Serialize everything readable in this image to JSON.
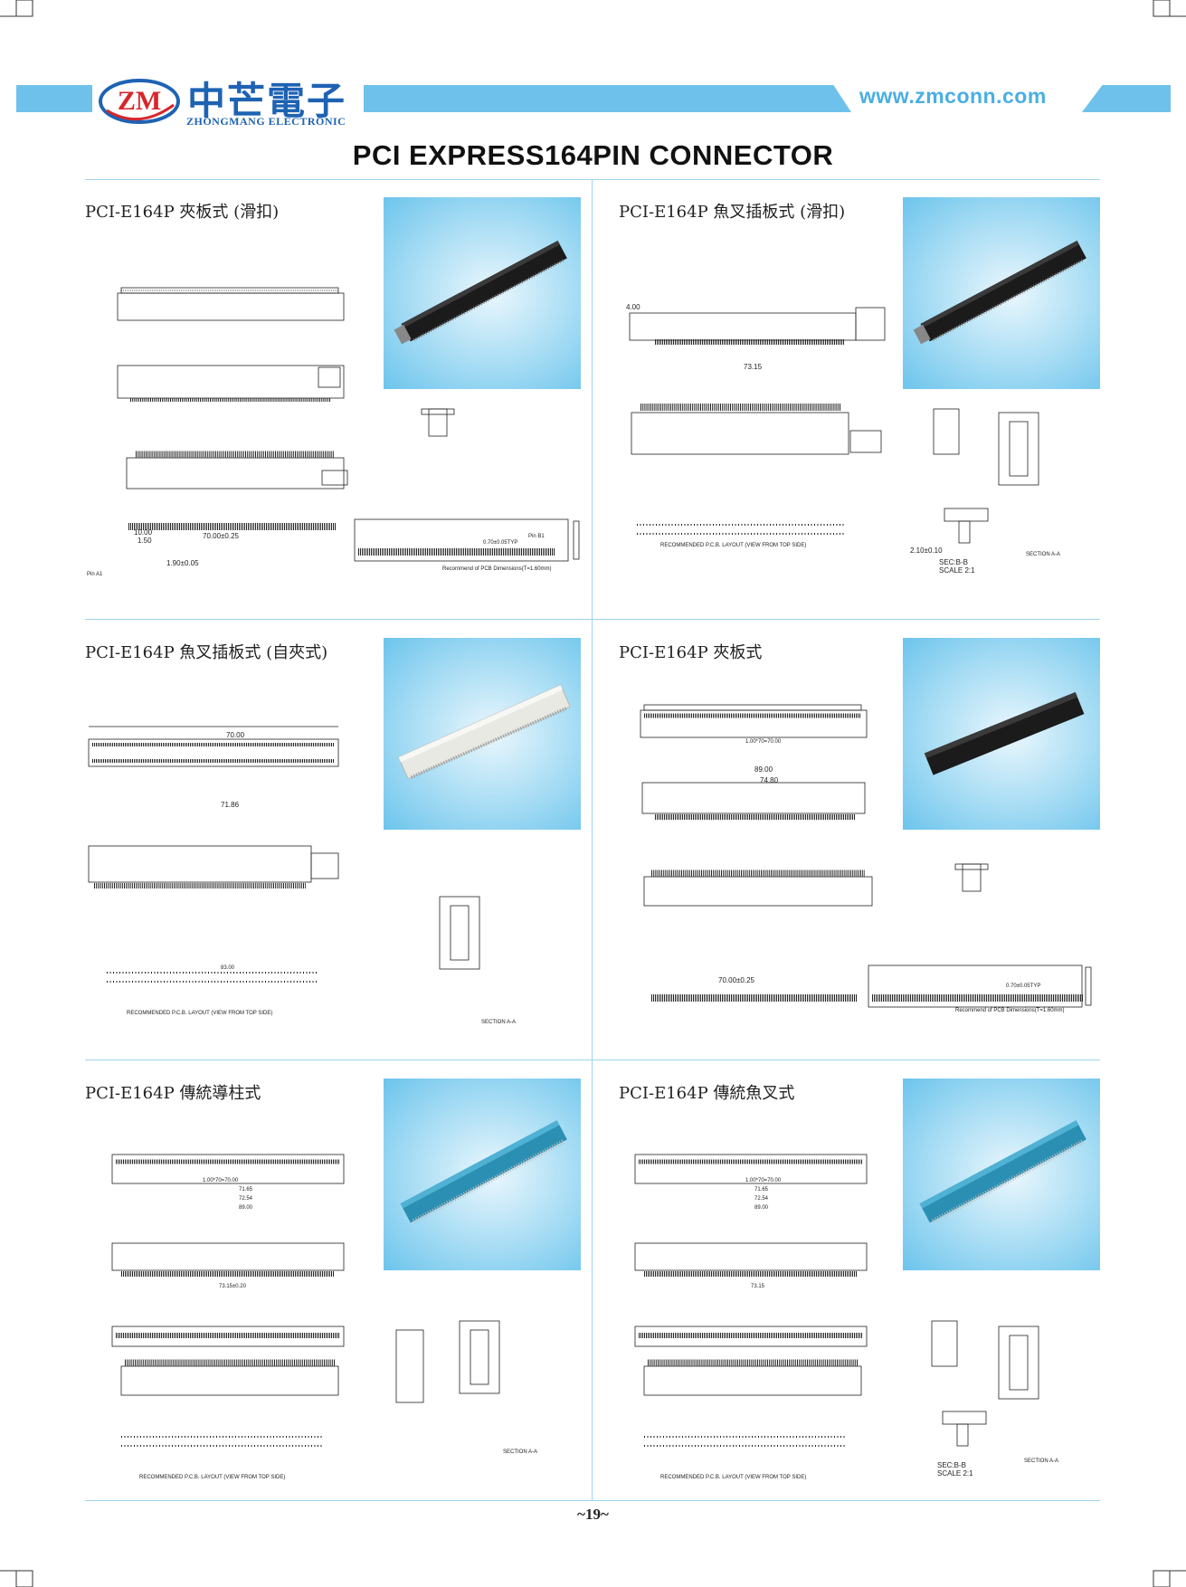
{
  "header": {
    "logo_mark": "ZM",
    "logo_cn": "中芒電子",
    "logo_en": "ZHONGMANG ELECTRONIC",
    "website": "www.zmconn.com",
    "colors": {
      "band": "#6ec1ea",
      "logo_blue": "#1e63b3",
      "logo_red": "#d7262b",
      "url": "#4aaee3"
    }
  },
  "page_title": "PCI EXPRESS164PIN CONNECTOR",
  "panels": [
    {
      "title": "PCI-E164P 夾板式 (滑扣)",
      "product_color": "#1b1b1b",
      "labels": [
        "70.00±0.25",
        "10.00",
        "1.50",
        "1.90±0.05",
        "0.70±0.05TYP",
        "Recommend of PCB Dimensions(T=1.60mm)",
        "Pin A1",
        "Pin B1"
      ]
    },
    {
      "title": "PCI-E164P 魚叉插板式 (滑扣)",
      "product_color": "#1b1b1b",
      "labels": [
        "73.15",
        "4.00",
        "RECOMMENDED P.C.B. LAYOUT (VIEW FROM TOP SIDE)",
        "SEC:B-B",
        "SCALE 2:1",
        "SECTION A-A",
        "2.10±0.10"
      ]
    },
    {
      "title": "PCI-E164P 魚叉插板式 (自夾式)",
      "product_color": "#e9e9e4",
      "labels": [
        "70.00",
        "71.86",
        "RECOMMENDED P.C.B. LAYOUT (VIEW FROM TOP SIDE)",
        "SECTION A-A",
        "83.00"
      ]
    },
    {
      "title": "PCI-E164P 夾板式",
      "product_color": "#1b1b1b",
      "labels": [
        "1.00*70=70.00",
        "89.00",
        "74.80",
        "70.00±0.25",
        "0.70±0.05TYP",
        "Recommend of PCB Dimensions(T=1.60mm)"
      ]
    },
    {
      "title": "PCI-E164P 傳統導柱式",
      "product_color": "#2b8fb3",
      "labels": [
        "1.00*70=70.00",
        "71.65",
        "72.54",
        "89.00",
        "73.15±0.20",
        "RECOMMENDED P.C.B. LAYOUT (VIEW FROM TOP SIDE)",
        "SECTION A-A"
      ]
    },
    {
      "title": "PCI-E164P 傳統魚叉式",
      "product_color": "#2b8fb3",
      "labels": [
        "1.00*70=70.00",
        "71.65",
        "72.54",
        "89.00",
        "73.15",
        "RECOMMENDED P.C.B. LAYOUT (VIEW FROM TOP SIDE)",
        "SEC:B-B",
        "SCALE 2:1",
        "SECTION A-A"
      ]
    }
  ],
  "footer": {
    "page_number": "~19~"
  }
}
